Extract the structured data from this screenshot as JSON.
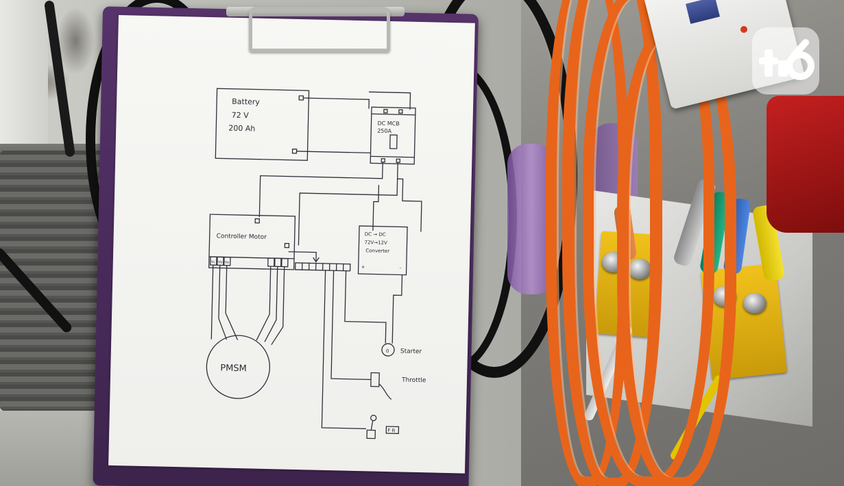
{
  "diagram": {
    "battery": {
      "title": "Battery",
      "voltage": "72 V",
      "capacity": "200 Ah"
    },
    "breaker": {
      "title": "DC MCB",
      "rating": "250A"
    },
    "controller": {
      "title": "Controller Motor",
      "pins": [
        "Vc",
        "Vb",
        "Va"
      ]
    },
    "converter": {
      "title": "DC → DC",
      "spec": "72V→12V",
      "label": "Converter"
    },
    "motor": {
      "label": "PMSM"
    },
    "starter": {
      "label": "Starter"
    },
    "throttle": {
      "label": "Throttle"
    },
    "switch": {
      "label": "F R"
    }
  },
  "watermark": {
    "icon": "liputan6-logo-icon"
  },
  "colors": {
    "clipboard": "#4a2b5c",
    "paper": "#f4f4f1",
    "cable_orange": "#e8641b",
    "terminal_yellow": "#f1c21b",
    "ink": "#2b2b34"
  }
}
